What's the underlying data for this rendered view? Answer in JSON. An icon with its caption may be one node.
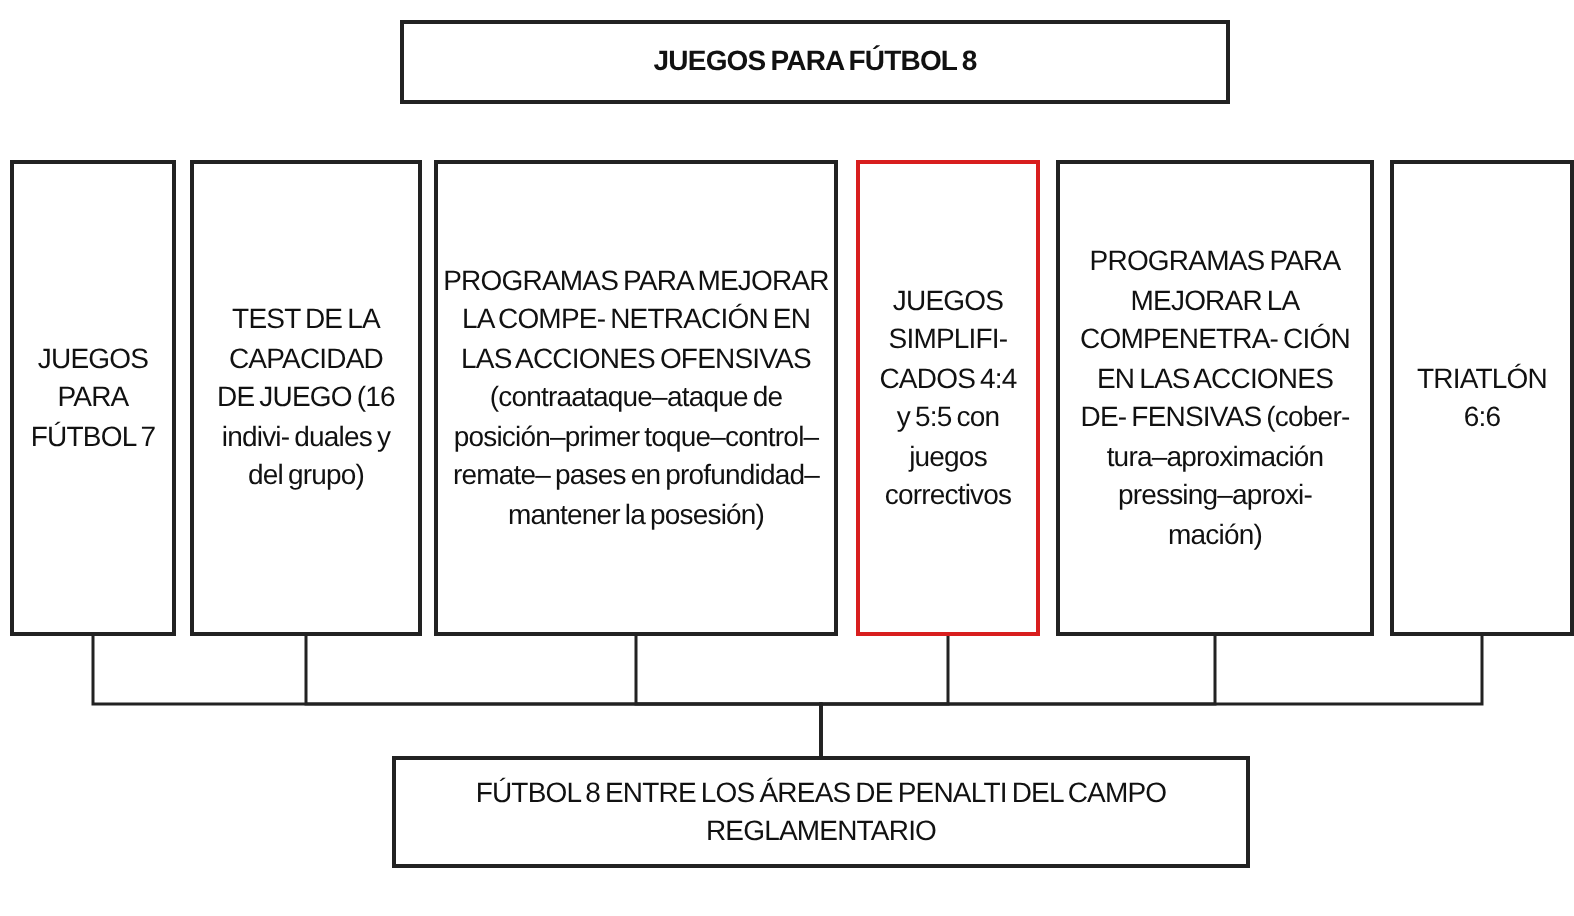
{
  "diagram": {
    "nodes": [
      {
        "text": [
          "JUEGOS PARA FÚTBOL 8"
        ]
      },
      {
        "text": [
          "JUEGOS PARA FÚTBOL 7"
        ]
      },
      {
        "text": [
          "TEST DE LA CAPACIDAD DE JUEGO (16 indivi- duales y del grupo)"
        ]
      },
      {
        "text": [
          "PROGRAMAS PARA MEJORAR LA COMPE- NETRACIÓN EN LAS ACCIONES OFENSIVAS (contraataque–ataque de posición–primer toque–control–remate– pases en profundidad– mantener la posesión)"
        ]
      },
      {
        "text": [
          "JUEGOS SIMPLIFI- CADOS 4:4 y 5:5 con juegos correctivos"
        ]
      },
      {
        "text": [
          "PROGRAMAS PARA MEJORAR LA COMPENETRA- CIÓN EN LAS ACCIONES DE- FENSIVAS (cober- tura–aproximación pressing–aproxi- mación)"
        ]
      },
      {
        "text": [
          "TRIATLÓN 6:6"
        ]
      },
      {
        "text": [
          "FÚTBOL 8 ENTRE LOS ÁREAS DE PENALTI DEL CAMPO REGLAMENTARIO"
        ]
      }
    ],
    "edges": [
      {
        "from": 1,
        "to": 7,
        "arrow": "none"
      },
      {
        "from": 2,
        "to": 7,
        "arrow": "none"
      },
      {
        "from": 3,
        "to": 7,
        "arrow": "none"
      },
      {
        "from": 4,
        "to": 7,
        "arrow": "none"
      },
      {
        "from": 5,
        "to": 7,
        "arrow": "none"
      },
      {
        "from": 6,
        "to": 7,
        "arrow": "none"
      }
    ]
  }
}
